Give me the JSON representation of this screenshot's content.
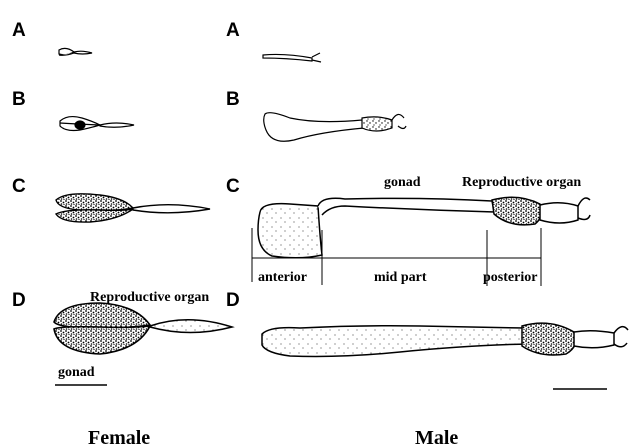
{
  "stage_labels": {
    "female_a": "A",
    "female_b": "B",
    "female_c": "C",
    "female_d": "D",
    "male_a": "A",
    "male_b": "B",
    "male_c": "C",
    "male_d": "D"
  },
  "annotations": {
    "male_gonad": "gonad",
    "male_reproductive_organ": "Reproductive organ",
    "anterior": "anterior",
    "mid_part": "mid part",
    "posterior": "posterior",
    "female_reproductive_organ": "Reproductive organ",
    "female_gonad": "gonad"
  },
  "columns": {
    "female": "Female",
    "male": "Male"
  }
}
